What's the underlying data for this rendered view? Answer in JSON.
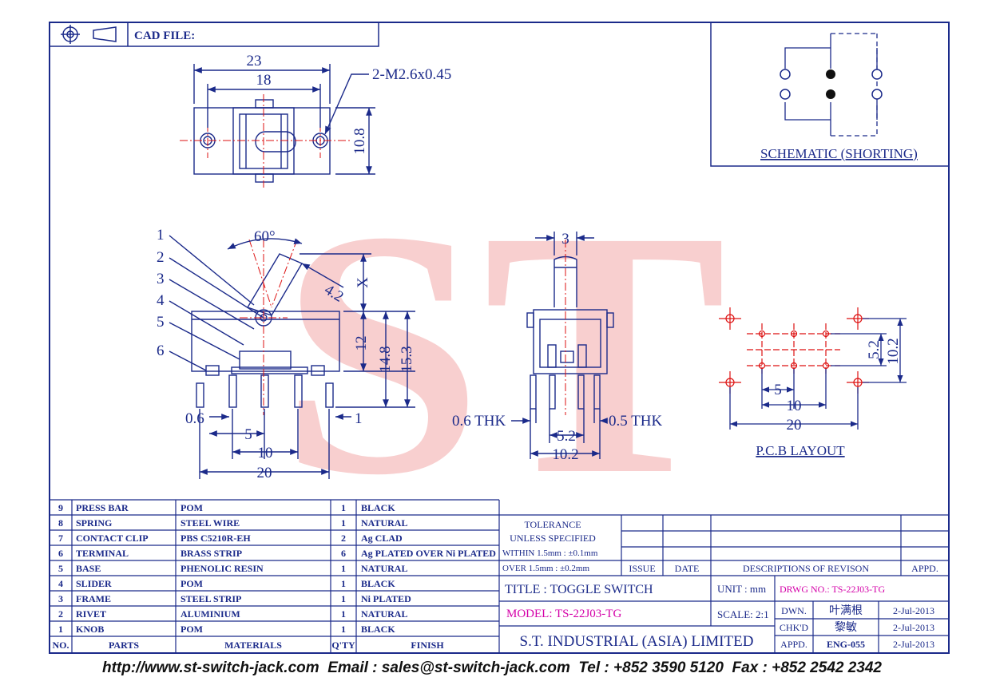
{
  "header": {
    "cad_file_label": "CAD FILE:"
  },
  "watermark": {
    "text": "ST"
  },
  "top_view": {
    "dim_23": "23",
    "dim_18": "18",
    "dim_10_8": "10.8",
    "thread_note": "2-M2.6x0.45"
  },
  "side_view": {
    "angle": "60°",
    "dim_4_2": "4.2",
    "dim_x": "X",
    "dim_12": "12",
    "dim_14_8": "14.8",
    "dim_15_3": "15.3",
    "dim_0_6": "0.6",
    "dim_1": "1",
    "dim_5": "5",
    "dim_10": "10",
    "dim_20": "20",
    "callouts": [
      "1",
      "2",
      "3",
      "4",
      "5",
      "6"
    ]
  },
  "front_view": {
    "dim_3": "3",
    "thk_left": "0.6 THK",
    "thk_right": "0.5 THK",
    "dim_5_2": "5.2",
    "dim_10_2": "10.2"
  },
  "pcb_layout": {
    "title": "P.C.B LAYOUT",
    "dim_5_2": "5.2",
    "dim_10_2": "10.2",
    "dim_5": "5",
    "dim_10": "10",
    "dim_20": "20"
  },
  "schematic": {
    "title": "SCHEMATIC (SHORTING)"
  },
  "parts_table": {
    "headers": [
      "NO.",
      "PARTS",
      "MATERIALS",
      "Q'TY",
      "FINISH"
    ],
    "rows": [
      [
        "9",
        "PRESS BAR",
        "POM",
        "1",
        "BLACK"
      ],
      [
        "8",
        "SPRING",
        "STEEL WIRE",
        "1",
        "NATURAL"
      ],
      [
        "7",
        "CONTACT CLIP",
        "PBS C5210R-EH",
        "2",
        "Ag CLAD"
      ],
      [
        "6",
        "TERMINAL",
        "BRASS STRIP",
        "6",
        "Ag PLATED OVER Ni PLATED"
      ],
      [
        "5",
        "BASE",
        "PHENOLIC RESIN",
        "1",
        "NATURAL"
      ],
      [
        "4",
        "SLIDER",
        "POM",
        "1",
        "BLACK"
      ],
      [
        "3",
        "FRAME",
        "STEEL STRIP",
        "1",
        "Ni PLATED"
      ],
      [
        "2",
        "RIVET",
        "ALUMINIUM",
        "1",
        "NATURAL"
      ],
      [
        "1",
        "KNOB",
        "POM",
        "1",
        "BLACK"
      ]
    ]
  },
  "title_block": {
    "tolerance_1": "TOLERANCE",
    "tolerance_2": "UNLESS  SPECIFIED",
    "tolerance_3": "WITHIN  1.5mm : ±0.1mm",
    "tolerance_4": "OVER    1.5mm : ±0.2mm",
    "issue": "ISSUE",
    "date": "DATE",
    "description": "DESCRIPTIONS OF REVISON",
    "appd_header": "APPD.",
    "title": "TITLE : TOGGLE SWITCH",
    "unit": "UNIT :  mm",
    "drwg_no": "DRWG NO.: TS-22J03-TG",
    "model": "MODEL: TS-22J03-TG",
    "scale": "SCALE:  2:1",
    "dwn_label": "DWN.",
    "dwn_name": "叶满根",
    "dwn_date": "2-Jul-2013",
    "chkd_label": "CHK'D",
    "chkd_name": "黎敏",
    "chkd_date": "2-Jul-2013",
    "appd_label": "APPD.",
    "appd_name": "ENG-055",
    "appd_date": "2-Jul-2013",
    "company": "S.T. INDUSTRIAL (ASIA) LIMITED"
  },
  "footer": {
    "text": "http://www.st-switch-jack.com  Email : sales@st-switch-jack.com  Tel : +852 3590 5120  Fax : +852 2542 2342"
  },
  "colors": {
    "line": "#1b2a8a",
    "center": "#d11",
    "pink": "#d400a8",
    "watermark": "#f3a8a8"
  }
}
